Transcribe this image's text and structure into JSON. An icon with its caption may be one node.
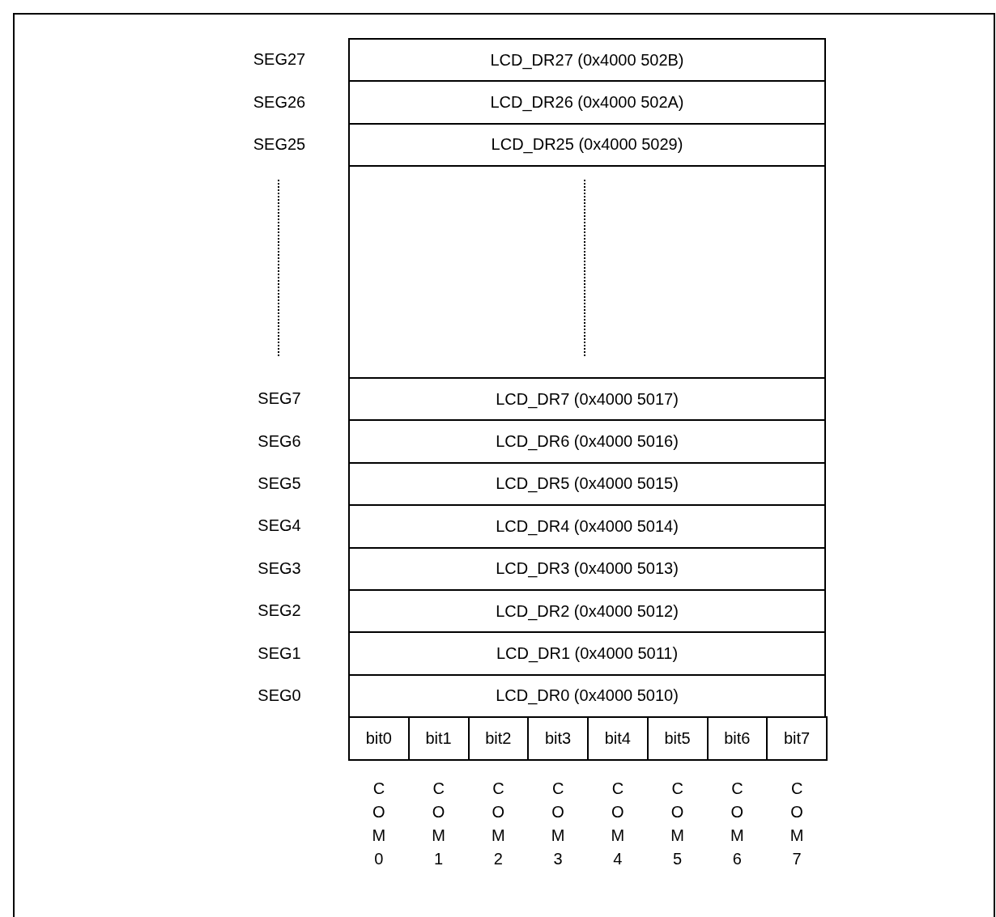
{
  "diagram": {
    "nodes": [
      {
        "text": [
          "LCD_DR27 (0x4000 502B)"
        ],
        "beside": [
          "SEG27"
        ]
      },
      {
        "text": [
          "LCD_DR26 (0x4000 502A)"
        ],
        "beside": [
          "SEG26"
        ]
      },
      {
        "text": [
          "LCD_DR25 (0x4000 5029)"
        ],
        "beside": [
          "SEG25"
        ]
      },
      {
        "text": [],
        "shape": "box"
      },
      {
        "text": [
          "LCD_DR7 (0x4000 5017)"
        ],
        "beside": [
          "SEG7"
        ]
      },
      {
        "text": [
          "LCD_DR6 (0x4000 5016)"
        ],
        "beside": [
          "SEG6"
        ]
      },
      {
        "text": [
          "LCD_DR5 (0x4000 5015)"
        ],
        "beside": [
          "SEG5"
        ]
      },
      {
        "text": [
          "LCD_DR4 (0x4000 5014)"
        ],
        "beside": [
          "SEG4"
        ]
      },
      {
        "text": [
          "LCD_DR3 (0x4000 5013)"
        ],
        "beside": [
          "SEG3"
        ]
      },
      {
        "text": [
          "LCD_DR2 (0x4000 5012)"
        ],
        "beside": [
          "SEG2"
        ]
      },
      {
        "text": [
          "LCD_DR1 (0x4000 5011)"
        ],
        "beside": [
          "SEG1"
        ]
      },
      {
        "text": [
          "LCD_DR0 (0x4000 5010)"
        ],
        "beside": [
          "SEG0"
        ]
      },
      {
        "text": [
          "bit0"
        ],
        "beside": [
          "COM0"
        ]
      },
      {
        "text": [
          "bit1"
        ],
        "beside": [
          "COM1"
        ]
      },
      {
        "text": [
          "bit2"
        ],
        "beside": [
          "COM2"
        ]
      },
      {
        "text": [
          "bit3"
        ],
        "beside": [
          "COM3"
        ]
      },
      {
        "text": [
          "bit4"
        ],
        "beside": [
          "COM4"
        ]
      },
      {
        "text": [
          "bit5"
        ],
        "beside": [
          "COM5"
        ]
      },
      {
        "text": [
          "bit6"
        ],
        "beside": [
          "COM6"
        ]
      },
      {
        "text": [
          "bit7"
        ],
        "beside": [
          "COM7"
        ]
      }
    ]
  }
}
